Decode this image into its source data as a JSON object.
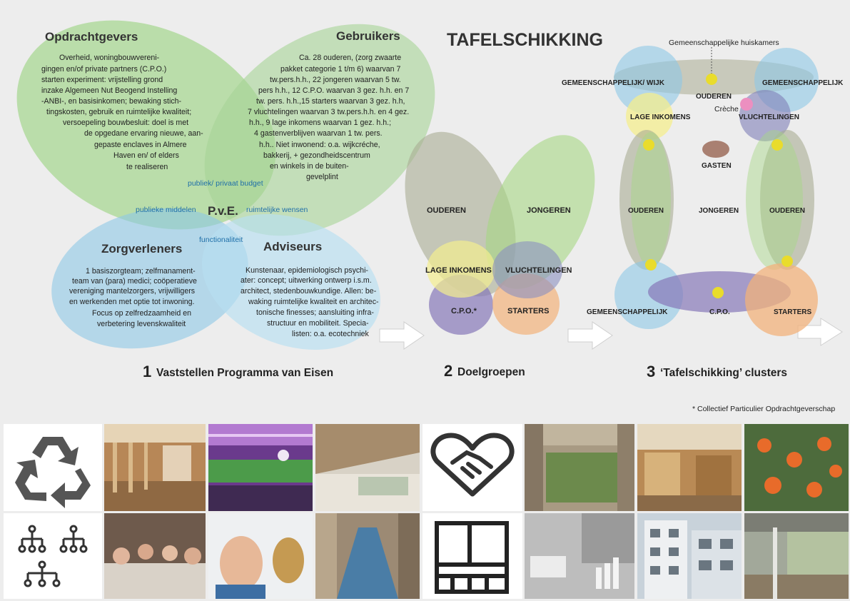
{
  "title": "TAFELSCHIKKING",
  "venn": {
    "opdrachtgevers": {
      "heading": "Opdrachtgevers",
      "lines": [
        "Overheid, woningbouwvereni-",
        "gingen en/of private partners (C.P.O.)",
        "starten experiment: vrijstelling grond",
        "inzake Algemeen Nut Beogend Instelling",
        "-ANBI-, en basisinkomen; bewaking stich-",
        "tingskosten, gebruik en ruimtelijke kwaliteit;",
        "versoepeling bouwbesluit: doel is met",
        "de opgedane ervaring nieuwe, aan-",
        "gepaste enclaves in Almere",
        "Haven en/ of elders",
        "te realiseren"
      ]
    },
    "gebruikers": {
      "heading": "Gebruikers",
      "lines": [
        "Ca. 28 ouderen, (zorg zwaarte",
        "pakket categorie 1 t/m 6) waarvan 7",
        "tw.pers.h.h., 22 jongeren waarvan 5 tw.",
        "pers h.h., 12 C.P.O. waarvan 3 gez. h.h. en 7",
        "tw. pers. h.h.,15 starters waarvan 3 gez. h.h,",
        "7 vluchtelingen waarvan 3 tw.pers.h.h. en 4 gez.",
        "h.h., 9 lage inkomens waarvan 1 gez. h.h.;",
        "4 gastenverblijven waarvan 1 tw. pers.",
        "h.h.. Niet inwonend: o.a. wijkcréche,",
        "bakkerij, + gezondheidscentrum",
        "en winkels in de buiten-",
        "gevelplint"
      ]
    },
    "zorgverleners": {
      "heading": "Zorgverleners",
      "lines": [
        "1 basiszorgteam; zelfmanament-",
        "team van (para) medici; coöperatieve",
        "vereniging mantelzorgers, vrijwilligers",
        "en werkenden met optie tot inwoning.",
        "Focus op zelfredzaamheid en",
        "verbetering levenskwaliteit"
      ]
    },
    "adviseurs": {
      "heading": "Adviseurs",
      "lines": [
        "Kunstenaar, epidemiologisch psychi-",
        "ater: concept; uitwerking ontwerp i.s.m.",
        "architect, stedenbouwkundige. Allen: be-",
        "waking ruimtelijke kwaliteit en architec-",
        "tonische finesses; aansluiting infra-",
        "structuur en mobiliteit. Specia-",
        "listen: o.a. ecotechniek"
      ]
    },
    "overlaps": {
      "top": "publiek/ privaat budget",
      "left": "publieke middelen",
      "right": "ruimtelijke wensen",
      "bottom": "functionaliteit",
      "center": "P.v.E."
    }
  },
  "doelgroepen": [
    "OUDEREN",
    "JONGEREN",
    "LAGE INKOMENS",
    "VLUCHTELINGEN",
    "C.P.O.*",
    "STARTERS"
  ],
  "clusters": {
    "huiskamers": "Gemeenschappelijke huiskamers",
    "gem_wijk": "GEMEENSCHAPPELIJK/ WIJK",
    "gem_right": "GEMEENSCHAPPELIJK",
    "ouderen_top": "OUDEREN",
    "creche": "Crèche",
    "lage_inkomens": "LAGE INKOMENS",
    "vluchtelingen": "VLUCHTELINGEN",
    "gasten": "GASTEN",
    "ouderen_left": "OUDEREN",
    "jongeren": "JONGEREN",
    "ouderen_right": "OUDEREN",
    "gem_bottom": "GEMEENSCHAPPELIJK",
    "cpo": "C.P.O.",
    "starters": "STARTERS"
  },
  "steps": [
    {
      "num": "1",
      "label": "Vaststellen Programma van Eisen"
    },
    {
      "num": "2",
      "label": "Doelgroepen"
    },
    {
      "num": "3",
      "label": "‘Tafelschikking’ clusters"
    }
  ],
  "footnote": "* Collectief Particulier Opdrachtgeverschap",
  "colors": {
    "green": "#8fcf72",
    "olive": "#a4c98a",
    "blue": "#8ec8e6",
    "grey_olive": "#a9ab92",
    "yellow": "#f4ee8e",
    "purple": "#8677b8",
    "orange": "#f2b27b",
    "dot": "#e9dc2c",
    "pink": "#ec8fc0",
    "brown": "#9c6c5a"
  },
  "icons": [
    "recycle-icon",
    "handshake-heart-icon",
    "network-tree-icon",
    "floor-plan-icon"
  ]
}
